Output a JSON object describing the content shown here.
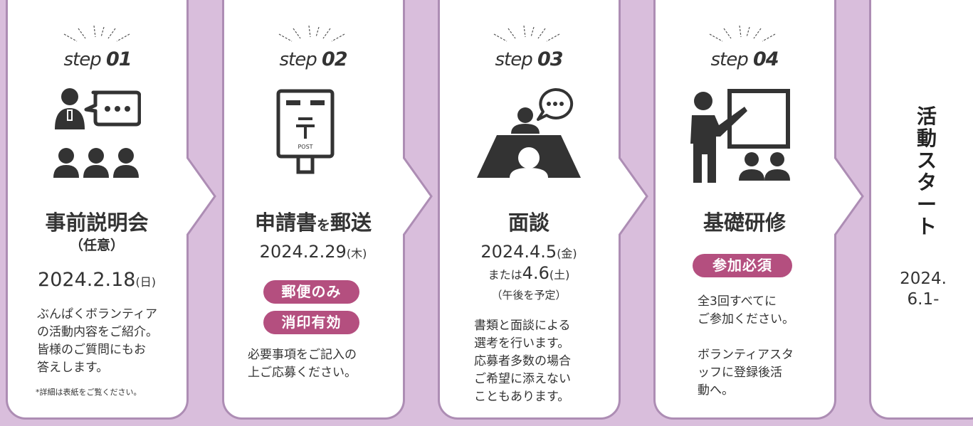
{
  "steps": [
    {
      "label": "step",
      "num": "01",
      "title": "事前説明会",
      "subtitle": "（任意）",
      "date_main": "2024.2.18",
      "date_day": "(日)",
      "body": [
        "ぶんぱくボランティア",
        "の活動内容をご紹介。",
        "皆様のご質問にもお",
        "答えします。"
      ],
      "note": "*詳細は表紙をご覧ください。",
      "icon": "seminar-icon"
    },
    {
      "label": "step",
      "num": "02",
      "title_a": "申請書",
      "title_b": "を",
      "title_c": "郵送",
      "date_main": "2024.2.29",
      "date_day": "(木)",
      "badges": [
        "郵便のみ",
        "消印有効"
      ],
      "body": [
        "必要事項をご記入の",
        "上ご応募ください。"
      ],
      "icon": "post-box-icon",
      "icon_text": "POST"
    },
    {
      "label": "step",
      "num": "03",
      "title": "面談",
      "date_main": "2024.4.5",
      "date_day": "(金)",
      "date2_prefix": "または",
      "date2_main": "4.6",
      "date2_day": "(土)",
      "time_note": "（午後を予定）",
      "body": [
        "書類と面談による",
        "選考を行います。",
        "応募者多数の場合",
        "ご希望に添えない",
        "こともあります。"
      ],
      "icon": "interview-icon"
    },
    {
      "label": "step",
      "num": "04",
      "title": "基礎研修",
      "badge": "参加必須",
      "body": [
        "全3回すべてに",
        "ご参加ください。",
        "",
        "ボランティアスタ",
        "ッフに登録後活",
        "動へ。"
      ],
      "icon": "training-icon"
    }
  ],
  "final": {
    "title_chars": [
      "活",
      "動",
      "ス",
      "タ",
      "ー",
      "ト"
    ],
    "date_lines": [
      "2024.",
      "6.1-"
    ]
  },
  "colors": {
    "background": "#d9bedc",
    "border": "#ad8db4",
    "badge": "#b44f7f",
    "icon": "#333333"
  }
}
